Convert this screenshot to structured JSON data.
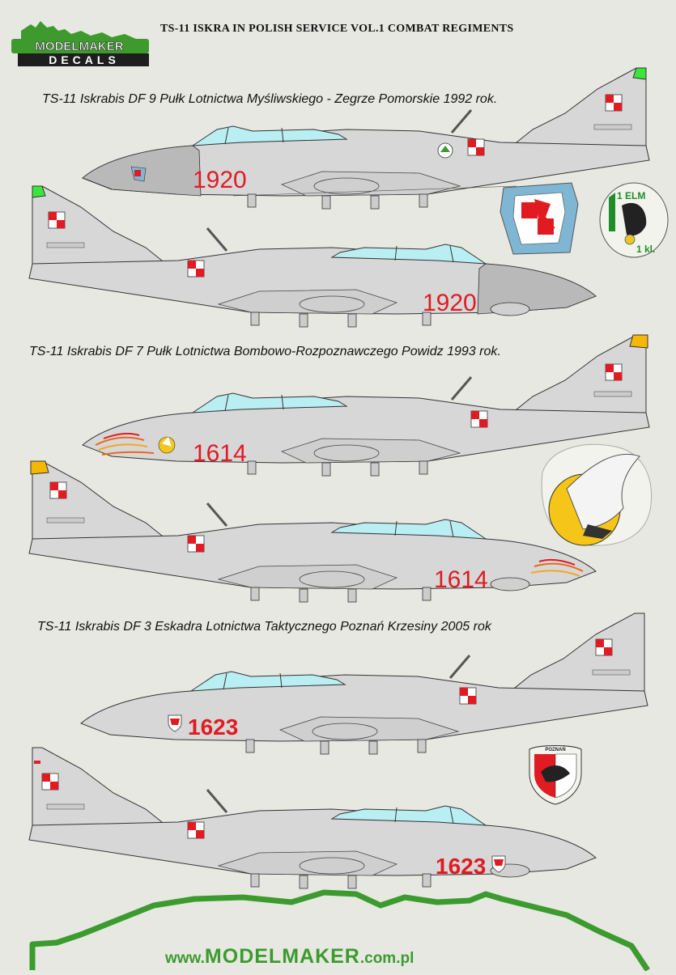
{
  "brand": {
    "logo_top": "MODELMAKER",
    "logo_bottom": "DECALS",
    "green": "#3f9a2e",
    "dark": "#1e1e1e"
  },
  "header": {
    "title": "TS-11 ISKRA IN POLISH SERVICE VOL.1 COMBAT REGIMENTS"
  },
  "colors": {
    "fuselage": "#d7d7d7",
    "nose_gray": "#b9b9b9",
    "canopy": "#b9eef2",
    "serial_red": "#e01b22",
    "tail_green": "#39e639",
    "tail_yellow": "#f5b800",
    "outline": "#333333"
  },
  "sections": [
    {
      "caption": "TS-11 Iskrabis DF 9 Pułk Lotnictwa Myśliwskiego  - Zegrze Pomorskie 1992 rok.",
      "serial": "1920",
      "tail_color": "green",
      "badges": [
        "regiment-9-badge",
        "1-elm-badge"
      ]
    },
    {
      "caption": "TS-11 Iskrabis DF  7 Pułk Lotnictwa Bombowo-Rozpoznawczego  Powidz 1993 rok.",
      "serial": "1614",
      "tail_color": "yellow",
      "badges": [
        "eagle-badge"
      ]
    },
    {
      "caption": "TS-11 Iskrabis DF   3 Eskadra Lotnictwa Taktycznego Poznań Krzesiny 2005 rok",
      "serial": "1623",
      "tail_color": "none",
      "badges": [
        "poznan-badge"
      ]
    }
  ],
  "badges": {
    "elm_top": "1 ELM",
    "elm_bottom": "1 kl.",
    "poznan_label": "POZNAŃ"
  },
  "footer": {
    "www": "www.",
    "brand": "MODELMAKER",
    "domain": ".com.pl"
  }
}
